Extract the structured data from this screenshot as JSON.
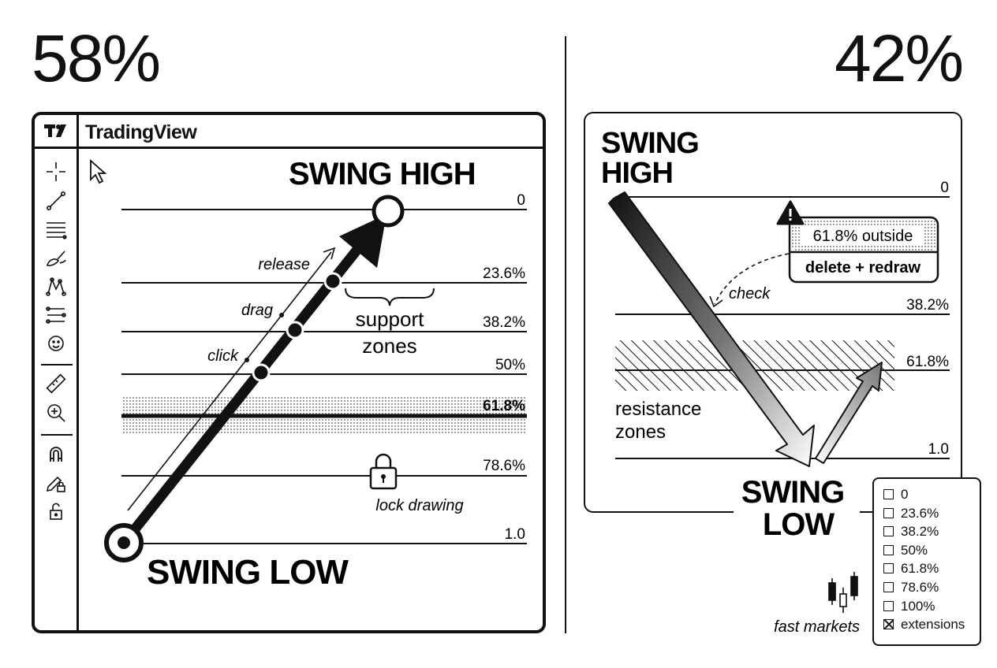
{
  "left_panel": {
    "share_label": "58%",
    "app_name": "TradingView",
    "swing_high": "SWING HIGH",
    "swing_low": "SWING LOW",
    "levels": [
      {
        "label": "0"
      },
      {
        "label": "23.6%"
      },
      {
        "label": "38.2%"
      },
      {
        "label": "50%"
      },
      {
        "label": "61.8%",
        "emphasized": true
      },
      {
        "label": "78.6%"
      },
      {
        "label": "1.0"
      }
    ],
    "steps": [
      "click",
      "drag",
      "release"
    ],
    "zone_caption": [
      "support",
      "zones"
    ],
    "lock_caption": "lock drawing",
    "tools": [
      "crosshair-icon",
      "trend-line-icon",
      "fib-retracement-icon",
      "brush-icon",
      "pattern-icon",
      "prediction-icon",
      "emoji-icon",
      "ruler-icon",
      "zoom-in-icon",
      "magnet-icon",
      "lock-drawing-icon",
      "unlock-icon"
    ]
  },
  "right_panel": {
    "share_label": "42%",
    "swing_high": [
      "SWING",
      "HIGH"
    ],
    "swing_low": [
      "SWING",
      "LOW"
    ],
    "levels": [
      {
        "label": "0"
      },
      {
        "label": "38.2%"
      },
      {
        "label": "61.8%"
      },
      {
        "label": "1.0"
      }
    ],
    "warning": {
      "text": "61.8% outside",
      "action": "delete + redraw",
      "check_label": "check"
    },
    "zone_caption": [
      "resistance",
      "zones"
    ],
    "fast_markets_label": "fast markets",
    "settings_options": [
      {
        "label": "0",
        "checked": false
      },
      {
        "label": "23.6%",
        "checked": false
      },
      {
        "label": "38.2%",
        "checked": false
      },
      {
        "label": "50%",
        "checked": false
      },
      {
        "label": "61.8%",
        "checked": false
      },
      {
        "label": "78.6%",
        "checked": false
      },
      {
        "label": "100%",
        "checked": false
      },
      {
        "label": "extensions",
        "checked": true
      }
    ]
  },
  "colors": {
    "ink": "#111111",
    "paper": "#ffffff"
  }
}
